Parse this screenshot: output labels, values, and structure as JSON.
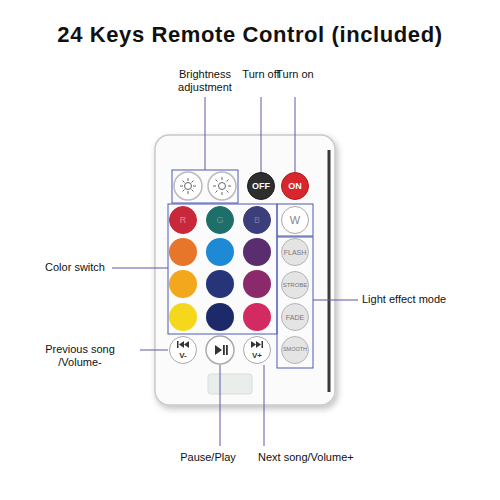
{
  "diagram": {
    "title": "24 Keys Remote Control (included)",
    "nodes": [
      {
        "text": [
          "OFF"
        ]
      },
      {
        "text": [
          "ON"
        ]
      },
      {
        "text": [
          "R"
        ]
      },
      {
        "text": [
          "G"
        ]
      },
      {
        "text": [
          "B"
        ]
      },
      {
        "text": [
          "W"
        ]
      },
      {
        "text": [
          "FLASH"
        ]
      },
      {
        "text": [
          "STROBE"
        ]
      },
      {
        "text": [
          "FADE"
        ]
      },
      {
        "text": [
          "SMOOTH"
        ]
      },
      {
        "text": [
          "V-"
        ]
      },
      {
        "text": [
          "V+"
        ]
      }
    ],
    "labels": [
      "Brightness adjustment",
      "Turn off",
      "Turn on",
      "Color switch",
      "Light effect mode",
      "Previous song /Volume-",
      "Pause/Play",
      "Next song/Volume+"
    ]
  }
}
